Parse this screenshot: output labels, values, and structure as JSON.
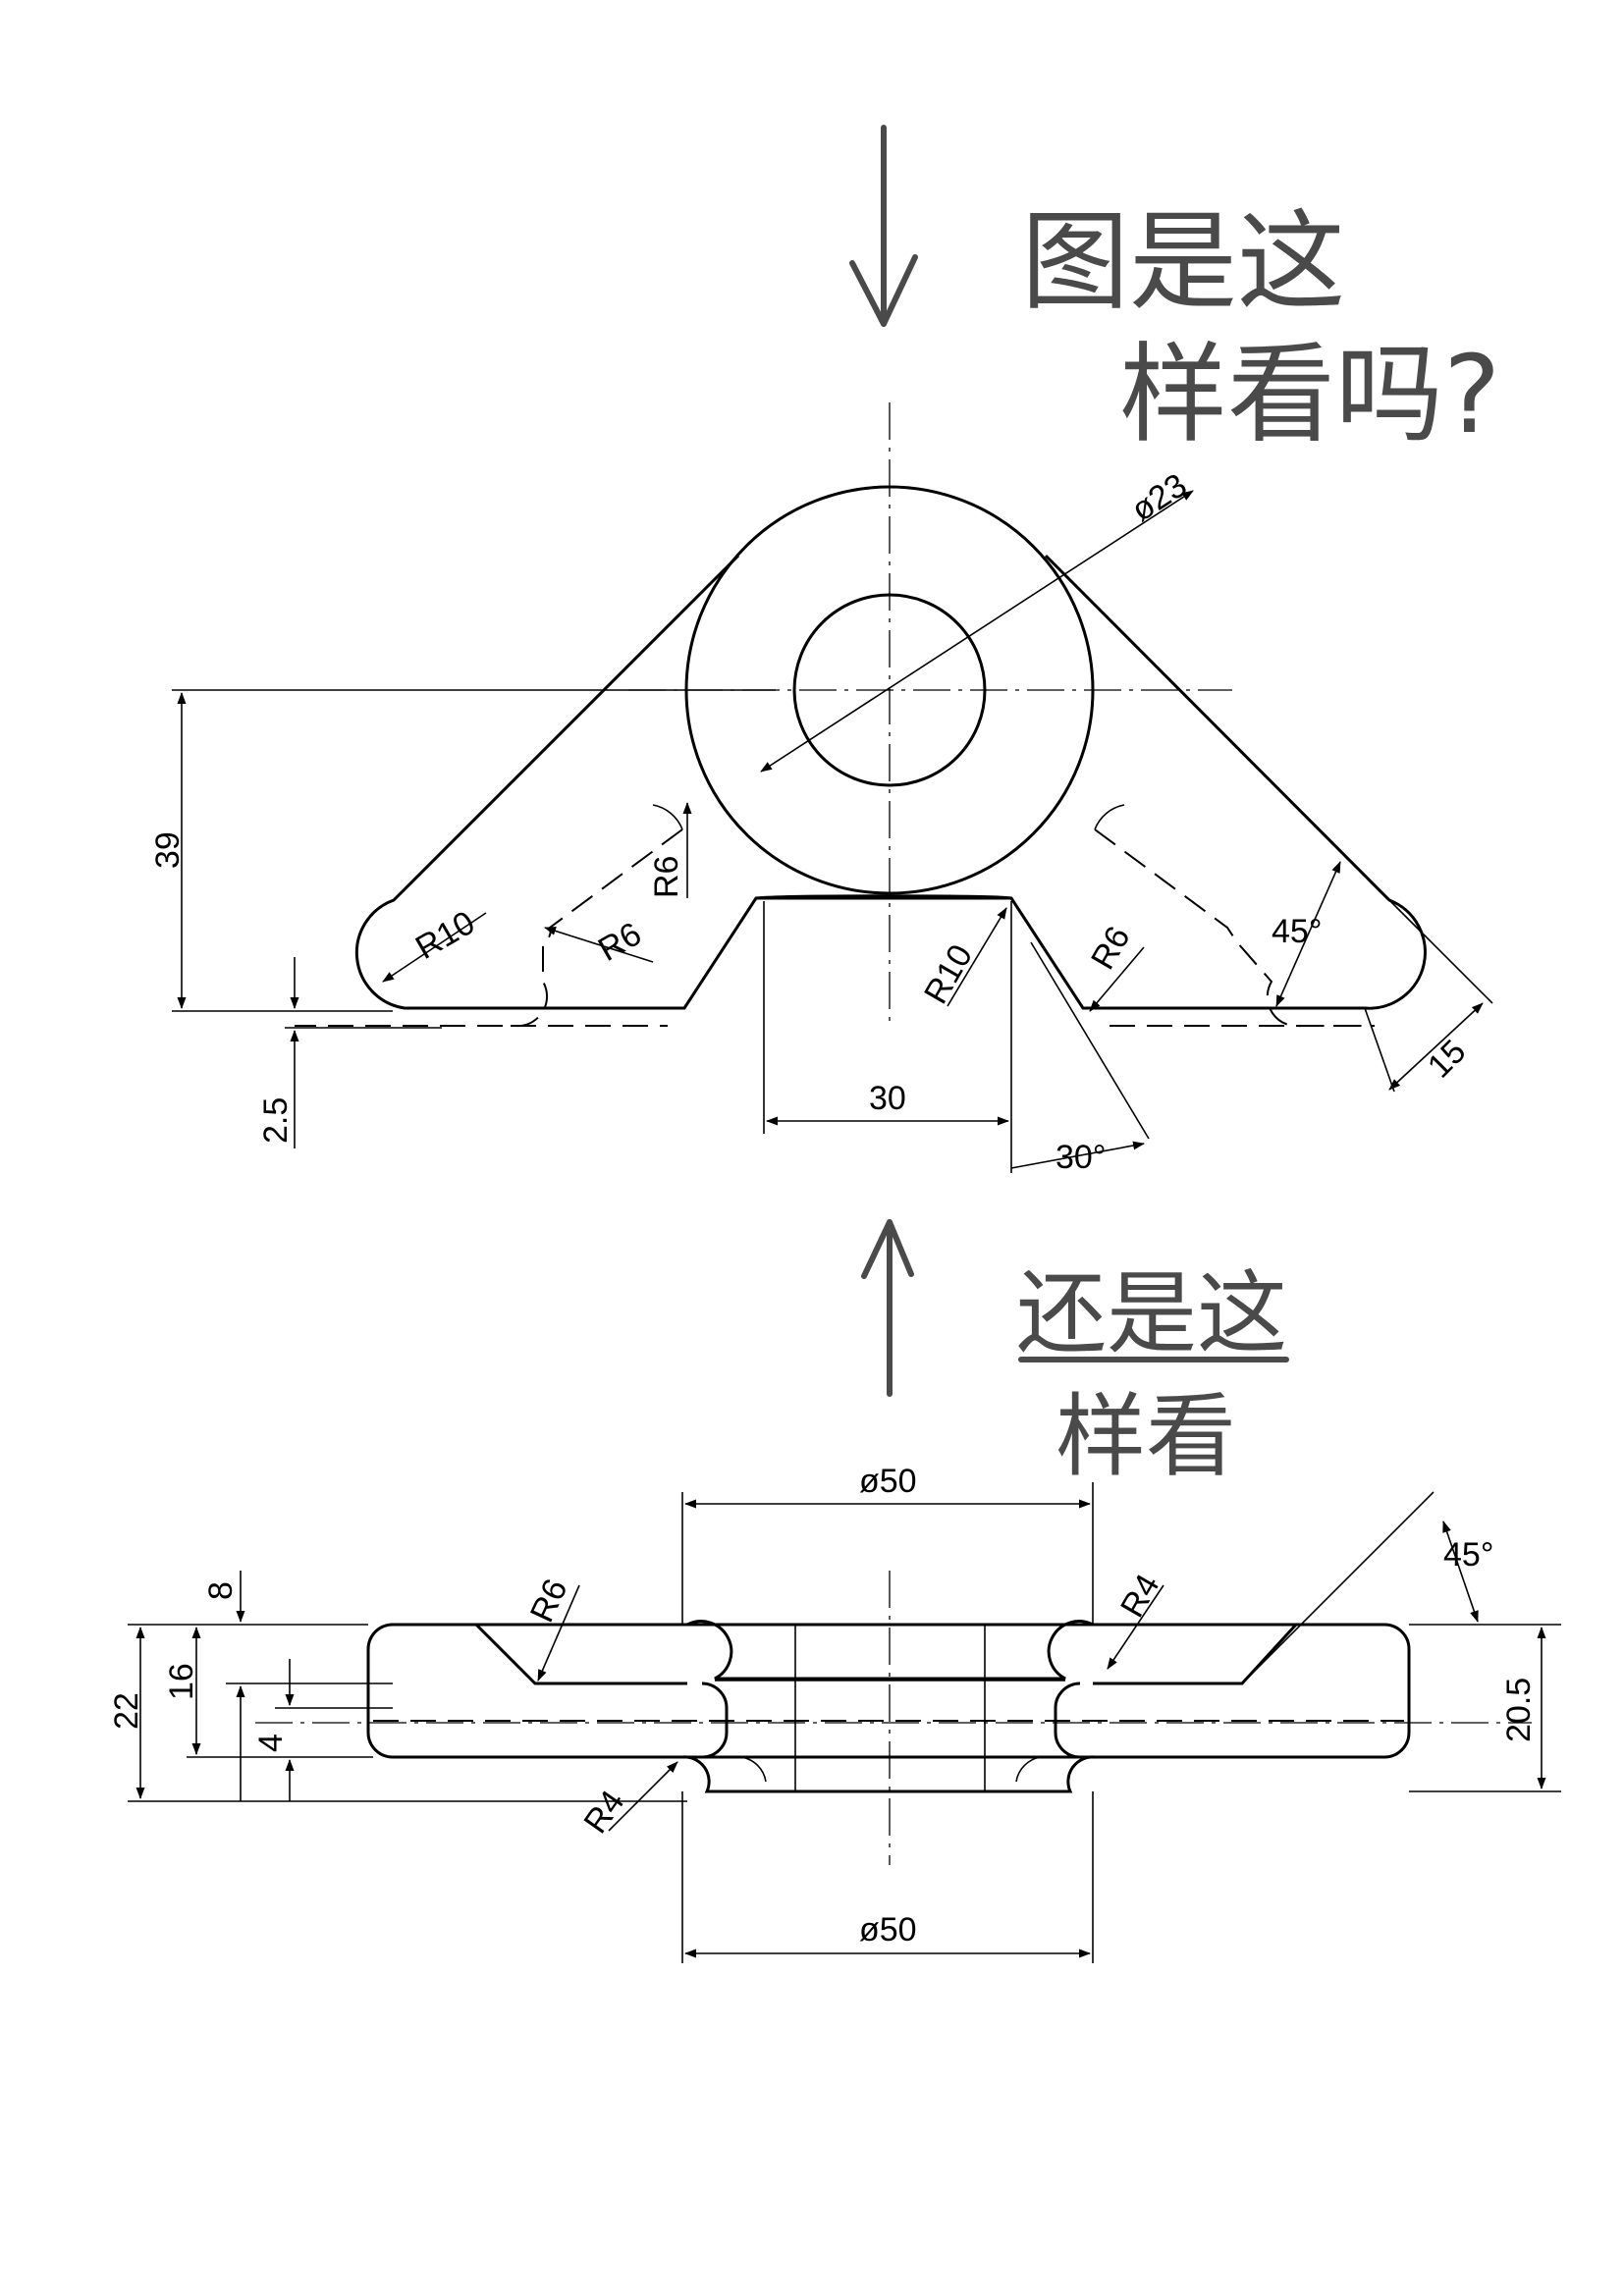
{
  "top_view": {
    "dims": {
      "dia_hole": "ø23",
      "height": "39",
      "offset": "2.5",
      "width": "30",
      "angle_30": "30°",
      "angle_45": "45°",
      "arm_width": "15",
      "r10_left": "R10",
      "r10_mid": "R10",
      "r6_left": "R6",
      "r6_upper": "R6",
      "r6_right": "R6"
    },
    "note": "图是这样看吗?"
  },
  "front_view": {
    "dims": {
      "dia_top": "ø50",
      "dia_bottom": "ø50",
      "h22": "22",
      "h16": "16",
      "h8": "8",
      "h4": "4",
      "h205": "20.5",
      "r6": "R6",
      "r4_top": "R4",
      "r4_bottom": "R4",
      "angle_45": "45°"
    },
    "note": "还是这样看"
  }
}
